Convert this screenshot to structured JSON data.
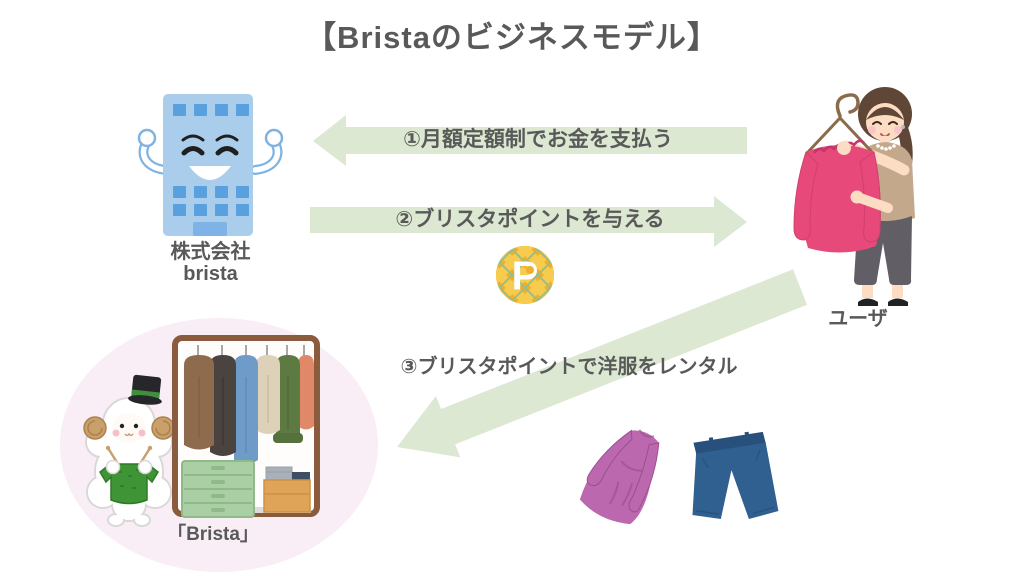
{
  "title": "【Bristaのビジネスモデル】",
  "entities": {
    "company": {
      "name_line1": "株式会社",
      "name_line2": "brista",
      "icon": "office-building-character"
    },
    "user": {
      "label": "ユーザ",
      "icon": "woman-holding-pink-dress"
    },
    "service": {
      "label": "「Brista」",
      "icon": "sheep-knitting-and-closet"
    }
  },
  "flows": [
    {
      "id": "1",
      "label": "①月額定額制でお金を支払う",
      "direction": "left"
    },
    {
      "id": "2",
      "label": "②ブリスタポイントを与える",
      "direction": "right"
    },
    {
      "id": "3",
      "label": "③ブリスタポイントで洋服をレンタル",
      "direction": "down-left"
    }
  ],
  "point_icon": {
    "letter": "P",
    "name": "brista-point-coin"
  },
  "items": {
    "rental_clothes": [
      "mauve-dress",
      "blue-wide-pants"
    ]
  },
  "colors": {
    "text": "#595959",
    "arrow_green": "#dce8d2",
    "ellipse_pink": "#f9edf6",
    "coin_orange": "#f1ae2b",
    "building_blue": "#a9cdeb",
    "held_dress_pink": "#e6497a",
    "rental_dress_mauve": "#bc68ae",
    "rental_pants_blue": "#2f6090",
    "sweater_green": "#3f9435"
  }
}
